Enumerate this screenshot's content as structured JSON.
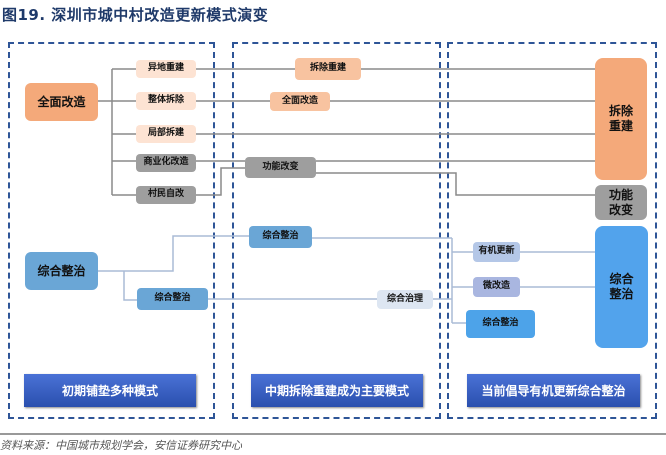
{
  "title": "图19. 深圳市城中村改造更新模式演变",
  "stage1": {
    "main_comprehensive": "全面改造",
    "relocate_rebuild": "异地重建",
    "overall_demolish": "整体拆除",
    "partial_rebuild": "局部拆建",
    "commercial": "商业化改造",
    "villager_self": "村民自改",
    "main_renovation": "综合整治",
    "renovation": "综合整治",
    "banner": "初期铺垫多种模式"
  },
  "stage2": {
    "demolish_rebuild": "拆除重建",
    "comprehensive": "全面改造",
    "function_change": "功能改变",
    "renovation": "综合整治",
    "governance": "综合治理",
    "banner": "中期拆除重建成为主要模式"
  },
  "stage3": {
    "organic": "有机更新",
    "micro": "微改造",
    "renovation": "综合整治",
    "demolish_rebuild": "拆除\n重建",
    "function_change": "功能\n改变",
    "main_renovation": "综合\n整治",
    "banner": "当前倡导有机更新综合整治"
  },
  "source": "资料来源：中国城市规划学会，安信证券研究中心",
  "colors": {
    "orange": "#f4a97a",
    "light_orange": "#fde3d3",
    "gray": "#9e9e9e",
    "blue": "#6aa6d6",
    "bright_blue": "#52a3ec",
    "dash": "#2e5597"
  }
}
